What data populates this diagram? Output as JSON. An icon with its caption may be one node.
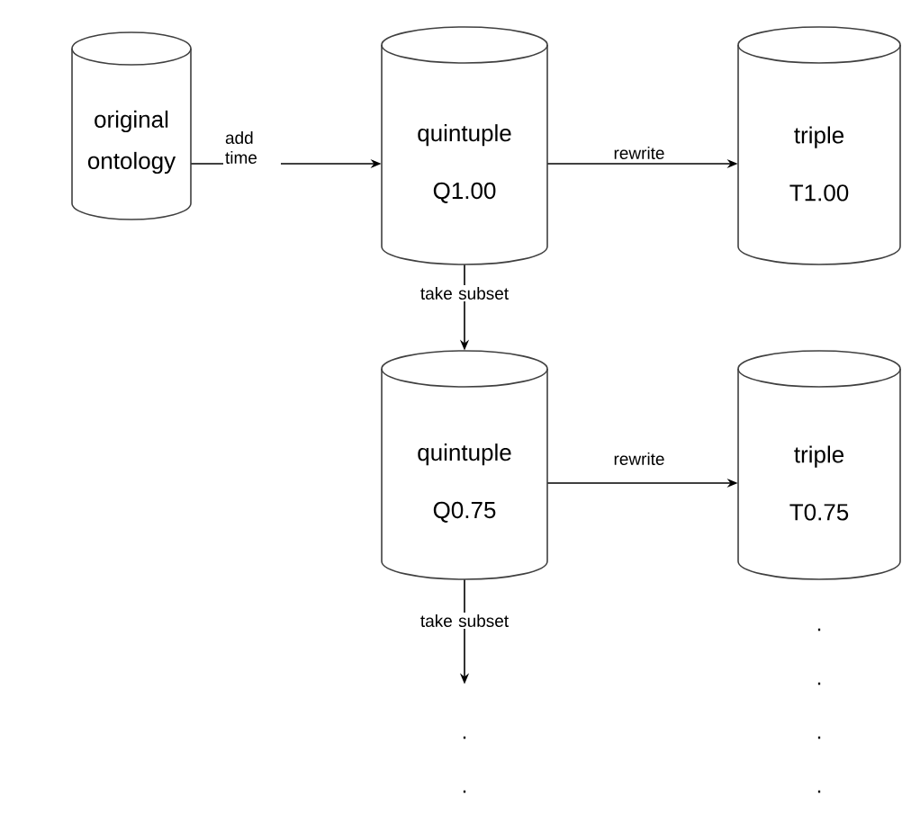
{
  "diagram": {
    "nodes": [
      {
        "text": [
          "original ontology"
        ]
      },
      {
        "text": [
          "quintuple Q1.00"
        ]
      },
      {
        "text": [
          "triple T1.00"
        ]
      },
      {
        "text": [
          "quintuple Q0.75"
        ]
      },
      {
        "text": [
          "triple T0.75"
        ]
      }
    ],
    "edges": [
      {
        "from": 0,
        "to": 1,
        "arrow": "to",
        "label": "add time"
      },
      {
        "from": 1,
        "to": 2,
        "arrow": "to",
        "label": "rewrite"
      },
      {
        "from": 1,
        "to": 3,
        "arrow": "to",
        "label": "take subset"
      },
      {
        "from": 3,
        "to": 4,
        "arrow": "to",
        "label": "rewrite"
      },
      {
        "from": 3,
        "to": null,
        "arrow": "to",
        "label": "take subset"
      }
    ],
    "labels": [
      ".",
      ".",
      ".",
      ".",
      ".",
      "."
    ]
  }
}
